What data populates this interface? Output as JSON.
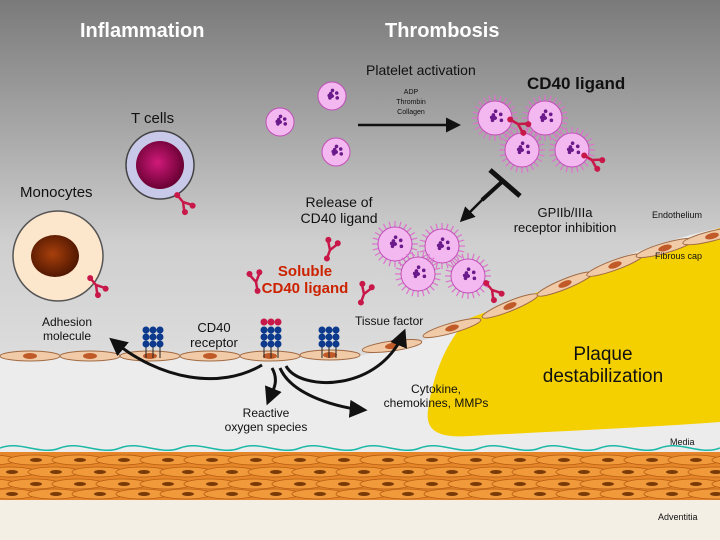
{
  "headings": {
    "left": "Inflammation",
    "right": "Thrombosis"
  },
  "cells": {
    "platelet_activation": "Platelet activation",
    "agonists": [
      "ADP",
      "Thrombin",
      "Collagen"
    ],
    "cd40_ligand": "CD40 ligand",
    "t_cells": "T cells",
    "monocytes": "Monocytes",
    "release_line1": "Release of",
    "release_line2": "CD40 ligand",
    "gp_line1": "GPIIb/IIIa",
    "gp_line2": "receptor inhibition",
    "soluble_line1": "Soluble",
    "soluble_line2": "CD40 ligand"
  },
  "vessel": {
    "adhesion_line1": "Adhesion",
    "adhesion_line2": "molecule",
    "cd40_line1": "CD40",
    "cd40_line2": "receptor",
    "tissue_factor": "Tissue factor",
    "ros_line1": "Reactive",
    "ros_line2": "oxygen species",
    "cyto_line1": "Cytokine,",
    "cyto_line2": "chemokines, MMPs",
    "plaque_line1": "Plaque",
    "plaque_line2": "destabilization"
  },
  "layers": {
    "endothelium": "Endothelium",
    "fibrous_cap": "Fibrous cap",
    "media": "Media",
    "adventitia": "Adventitia"
  },
  "colors": {
    "soluble_text": "#cc2200",
    "plaque": "#f5d000",
    "platelet_fill": "#f4b8f0",
    "ligand": "#c8184a",
    "receptor": "#0d3a8c",
    "muscle": "#e5862a"
  }
}
